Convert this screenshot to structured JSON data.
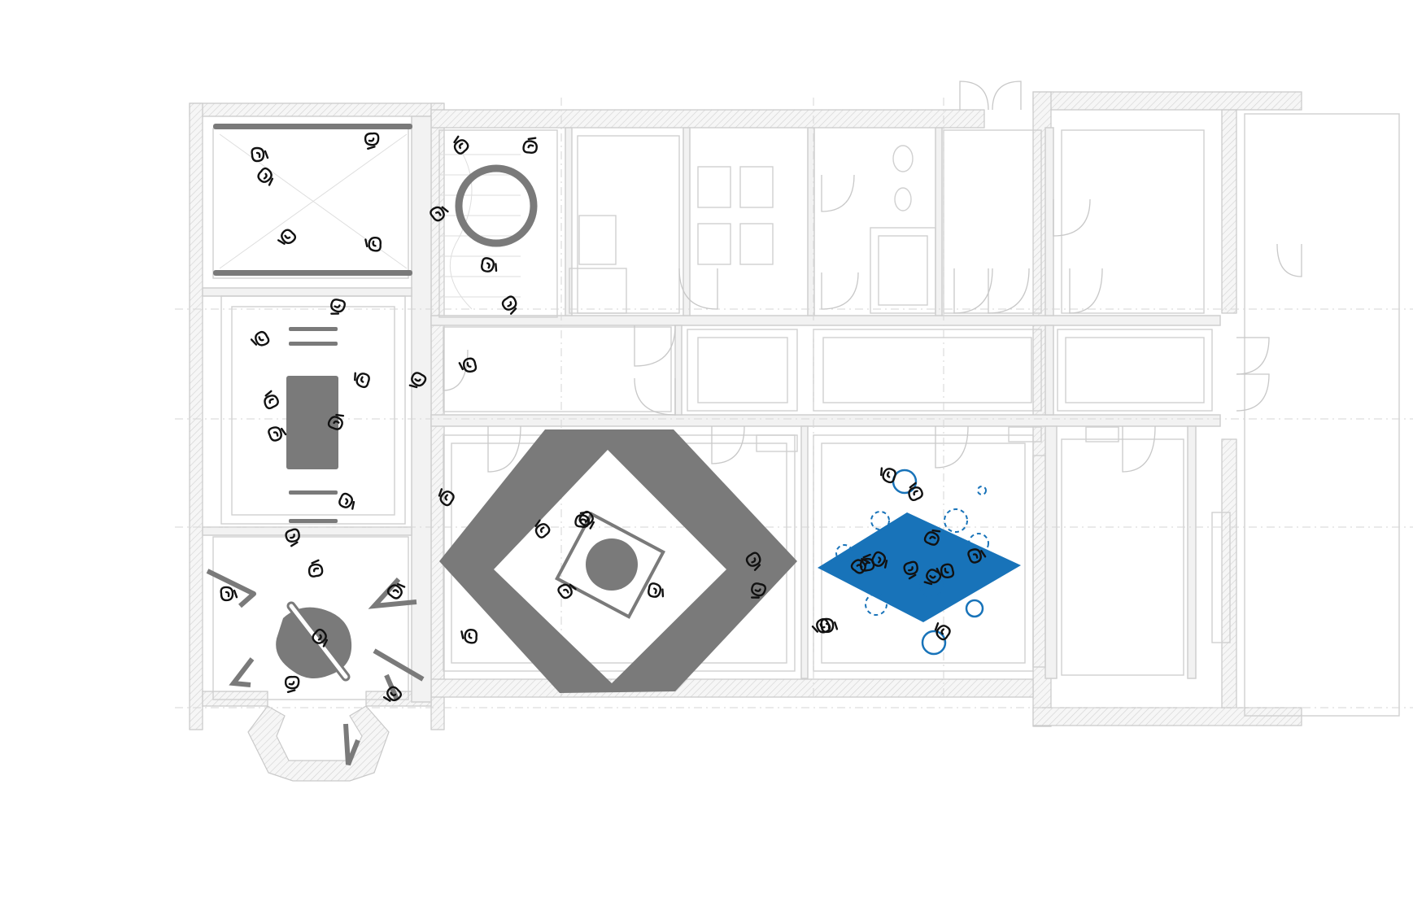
{
  "diagram": {
    "type": "floor-plan-sketch",
    "colors": {
      "wall_outline": "#cfcfcf",
      "installation_grey": "#7a7a7a",
      "installation_blue": "#1873b9",
      "figure_ink": "#111111"
    },
    "rooms": [
      {
        "id": "salon-top-left",
        "installation": "two-horizontal-bars"
      },
      {
        "id": "staircase",
        "installation": "ring"
      },
      {
        "id": "dining-room",
        "installation": "table-with-benches"
      },
      {
        "id": "octagonal-room",
        "installation": "blob-with-bar-and-chevrons"
      },
      {
        "id": "central-hall",
        "installation": "diamond-frame-with-square-and-disc"
      },
      {
        "id": "blue-room",
        "installation": "blue-rhombus-with-circles"
      }
    ],
    "figure_count": 48
  }
}
